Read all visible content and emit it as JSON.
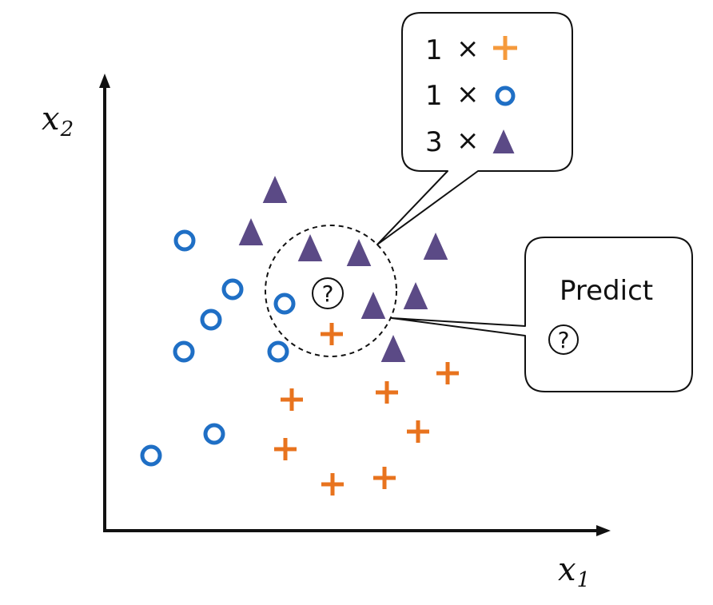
{
  "axes": {
    "x_label": "x",
    "x_subscript": "1",
    "y_label": "x",
    "y_subscript": "2"
  },
  "query": {
    "symbol": "?"
  },
  "vote_bubble": {
    "rows": [
      {
        "count": "1",
        "times": "×",
        "class": "plus"
      },
      {
        "count": "1",
        "times": "×",
        "class": "circle"
      },
      {
        "count": "3",
        "times": "×",
        "class": "triangle"
      }
    ]
  },
  "predict_bubble": {
    "title": "Predict",
    "symbol": "?"
  },
  "colors": {
    "plus": "#e8731e",
    "plus_legend": "#f59a3c",
    "circle": "#1f6fc5",
    "triangle": "#5b4a86",
    "stroke": "#111111"
  },
  "classes": {
    "circle": "circle-marker",
    "plus": "plus-marker",
    "triangle": "triangle-marker"
  }
}
